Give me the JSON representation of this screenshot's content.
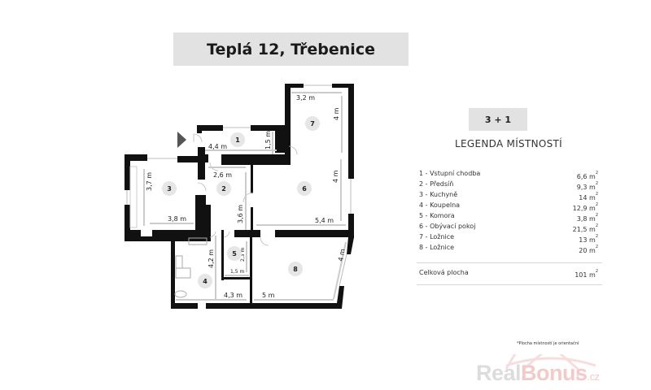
{
  "title": "Teplá 12, Třebenice",
  "layout_type": "3 + 1",
  "legend_title": "LEGENDA MÍSTNOSTÍ",
  "rooms": [
    {
      "label": "1 - Vstupní chodba",
      "area": "6,6 m",
      "unit_sup": "2"
    },
    {
      "label": "2 - Předsíň",
      "area": "9,3 m",
      "unit_sup": "2"
    },
    {
      "label": "3 - Kuchyně",
      "area": "14 m",
      "unit_sup": "2"
    },
    {
      "label": "4 - Koupelna",
      "area": "12,9 m",
      "unit_sup": "2"
    },
    {
      "label": "5 - Komora",
      "area": "3,8 m",
      "unit_sup": "2"
    },
    {
      "label": "6 - Obývací pokoj",
      "area": "21,5 m",
      "unit_sup": "2"
    },
    {
      "label": "7 - Ložnice",
      "area": "13 m",
      "unit_sup": "2"
    },
    {
      "label": "8 - Ložnice",
      "area": "20 m",
      "unit_sup": "2"
    }
  ],
  "total": {
    "label": "Celková plocha",
    "area": "101 m",
    "unit_sup": "2"
  },
  "note": "*Plocha místností je orientační",
  "logo": {
    "part1": "Real",
    "part2": "Bonus",
    "part3": ".cz"
  },
  "plan": {
    "room_numbers": [
      "1",
      "2",
      "3",
      "4",
      "5",
      "6",
      "7",
      "8"
    ],
    "dimensions": [
      "3,2 m",
      "4 m",
      "4,4 m",
      "1,5 m",
      "3,7 m",
      "2,6 m",
      "3,8 m",
      "3,6 m",
      "4 m",
      "5,4 m",
      "4,2 m",
      "2,3 m",
      "1,5 m",
      "4,3 m",
      "5 m",
      "4 m"
    ]
  },
  "colors": {
    "wall": "#111111",
    "dim_line": "#cccccc",
    "banner": "#e2e2e2",
    "logo_pink": "#f3caca"
  }
}
